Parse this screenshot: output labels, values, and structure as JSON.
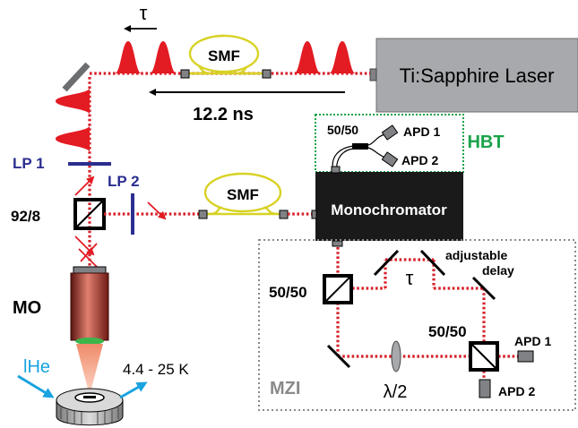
{
  "labels": {
    "tau_top": "τ",
    "smf_top": "SMF",
    "laser": "Ti:Sapphire Laser",
    "delay_time": "12.2 ns",
    "bs_5050_hbt": "50/50",
    "apd1_hbt": "APD 1",
    "apd2_hbt": "APD 2",
    "hbt": "HBT",
    "lp1": "LP 1",
    "lp2": "LP 2",
    "bs_928": "92/8",
    "smf_mid": "SMF",
    "monochromator": "Monochromator",
    "adjustable": "adjustable",
    "delay": "delay",
    "tau_mzi": "τ",
    "bs_5050_mzi_in": "50/50",
    "bs_5050_mzi_out": "50/50",
    "apd1_mzi": "APD 1",
    "apd2_mzi": "APD 2",
    "mo": "MO",
    "lhe": "lHe",
    "temperature": "4.4 - 25 K",
    "mzi": "MZI",
    "half_wave": "λ/2"
  },
  "colors": {
    "beam": "#d6202a",
    "pulse": "#e31b23",
    "fiber": "#d8d225",
    "hbt_border": "#1aa34a",
    "hbt_text": "#1aa34a",
    "polarizer": "#2b2e8f",
    "lhe_arrow": "#1aa3e0",
    "laser_box": "#a7a9ac",
    "monochromator_box": "#1a1a1a"
  }
}
